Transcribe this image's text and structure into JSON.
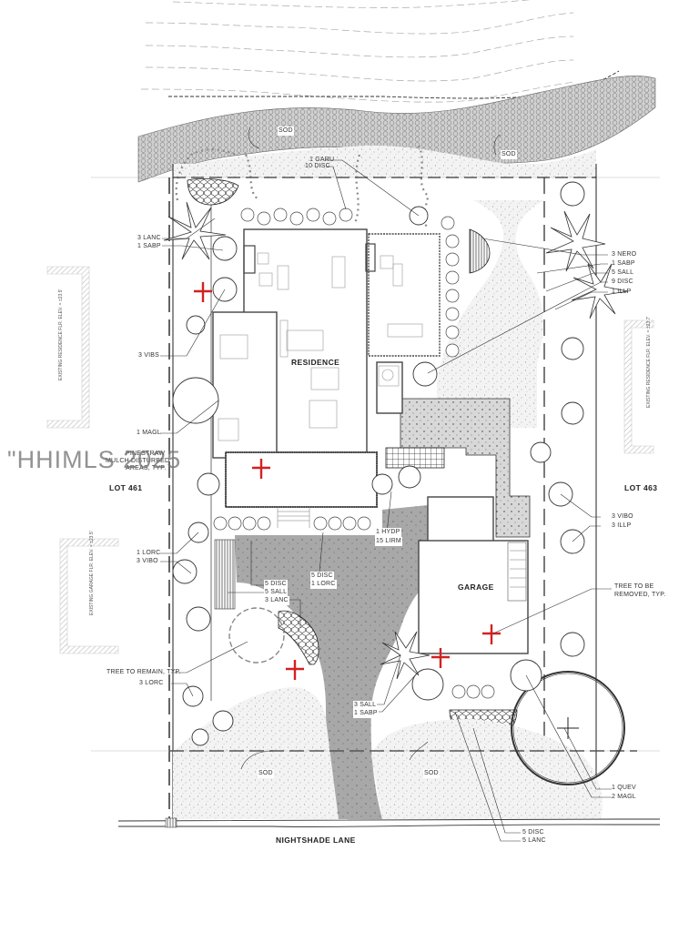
{
  "drawing": {
    "type": "Landscape site plan",
    "road_name": "NIGHTSHADE LANE",
    "watermark": "\"HHIMLS 2025",
    "buildings": {
      "residence_label": "RESIDENCE",
      "garage_label": "GARAGE"
    },
    "lots": {
      "left": "LOT 461",
      "right": "LOT 463"
    },
    "neighbors": {
      "left_residence": "EXISTING RESIDENCE FLR. ELEV. = ±23.5'",
      "right_residence": "EXISTING RESIDENCE FLR. ELEV. = ±23.7'",
      "left_garage": "EXISTING GARAGE FLR. ELEV. = ±23.5'"
    },
    "callouts": {
      "top_sod_left": "SOD",
      "top_sod_right": "SOD",
      "garu": "1 GARU",
      "disc_top": "10 DISC",
      "lanc_left": "3 LANC",
      "sabp_left": "1 SABP",
      "nero": "3 NERO",
      "sabp_right": "1 SABP",
      "sall_right": "5 SALL",
      "disc_right": "9 DISC",
      "illp_right": "1 ILLP",
      "vibs": "3 VIBS",
      "magl_left": "1 MAGL",
      "pine_straw_1": "PINESTRAW",
      "pine_straw_2": "MULCH DISTURBED",
      "pine_straw_3": "AREAS, TYP.",
      "lorc_1": "1 LORC",
      "vibo_left": "3 VIBO",
      "disc_walk": "5 DISC",
      "sall_walk": "5 SALL",
      "lanc_walk": "3 LANC",
      "disc_drive": "5 DISC",
      "lorc_drive": "1 LORC",
      "hydp": "1 HYDP",
      "lirm": "15 LIRM",
      "tree_remain": "TREE TO REMAIN, TYP.",
      "lorc_2": "3 LORC",
      "vibo_right": "3 VIBO",
      "illp_lower": "3 ILLP",
      "tree_removed_1": "TREE TO BE",
      "tree_removed_2": "REMOVED, TYP.",
      "sall_bottom": "3 SALL",
      "sabp_bottom": "1 SABP",
      "sod_bottom_left": "SOD",
      "sod_bottom_mid": "SOD",
      "quev": "1 QUEV",
      "magl_right": "2 MAGL",
      "disc_bottom": "5 DISC",
      "lanc_bottom": "5 LANC"
    },
    "colors": {
      "paving": "#a9a9a9",
      "sod": "#f1f1f1",
      "mulch_band": "#cfcfcf",
      "line": "#333333",
      "removal_mark": "#d42020"
    }
  }
}
